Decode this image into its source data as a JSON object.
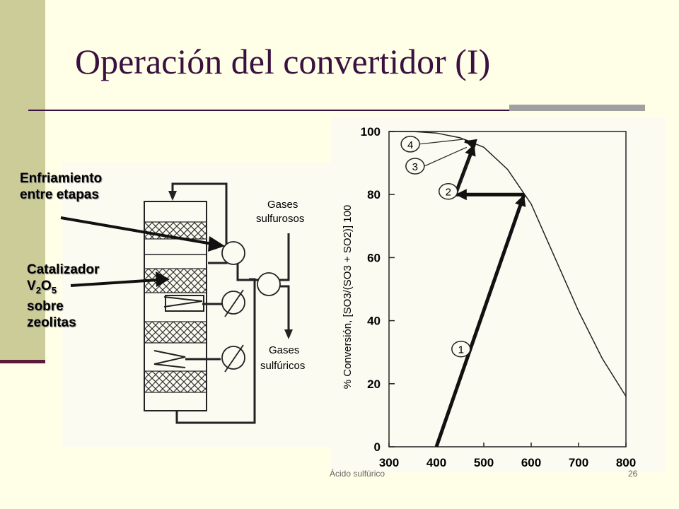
{
  "slide": {
    "title": "Operación del convertidor (I)",
    "footer_left": "Ácido sulfúrico",
    "footer_right": "26"
  },
  "labels": {
    "enfriamiento_line1": "Enfriamiento",
    "enfriamiento_line2": "entre etapas",
    "catalizador_line1": "Catalizador",
    "catalizador_v": "V",
    "catalizador_v_sub": "2",
    "catalizador_o": "O",
    "catalizador_o_sub": "5",
    "catalizador_line3": "sobre",
    "catalizador_line4": "zeolitas"
  },
  "diagram": {
    "gases_in_line1": "Gases",
    "gases_in_line2": "sulfurosos",
    "gases_out_line1": "Gases",
    "gases_out_line2": "sulfúricos"
  },
  "chart_data": {
    "type": "line",
    "ylabel": "% Conversión, [SO3/(SO3 + SO2)] 100",
    "x_ticks": [
      300,
      400,
      500,
      600,
      700,
      800
    ],
    "y_ticks": [
      0,
      20,
      40,
      60,
      80,
      100
    ],
    "xlim": [
      300,
      800
    ],
    "ylim": [
      0,
      100
    ],
    "equilibrium_curve": {
      "x": [
        300,
        350,
        400,
        450,
        500,
        550,
        600,
        650,
        700,
        750,
        800
      ],
      "y": [
        100,
        100,
        99.5,
        98,
        95,
        88,
        77,
        60,
        43,
        28,
        16
      ]
    },
    "path": {
      "x": [
        400,
        585,
        440,
        480,
        460
      ],
      "y": [
        0,
        80,
        80,
        96,
        97
      ]
    },
    "stage_labels": [
      {
        "label": "1",
        "x": 452,
        "y": 31
      },
      {
        "label": "2",
        "x": 425,
        "y": 81
      },
      {
        "label": "3",
        "x": 355,
        "y": 89
      },
      {
        "label": "4",
        "x": 345,
        "y": 96
      }
    ]
  }
}
